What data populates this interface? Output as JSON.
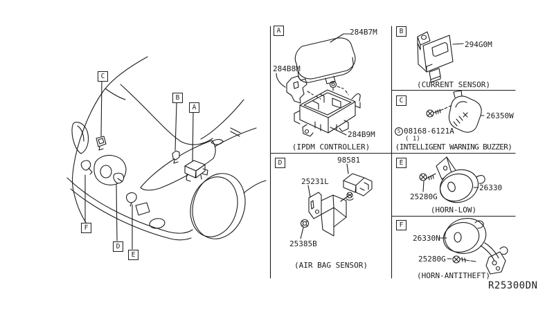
{
  "diagram": {
    "ref_code": "R25300DN",
    "colors": {
      "ink": "#1b1b1b",
      "background": "#ffffff"
    },
    "callouts": {
      "a": "A",
      "b": "B",
      "c": "C",
      "d": "D",
      "e": "E",
      "f": "F"
    },
    "panels": {
      "ipdm": {
        "letter": "A",
        "caption": "(IPDM CONTROLLER)",
        "parts": {
          "cover": "284B7M",
          "bracket": "284B8M",
          "case": "284B9M"
        }
      },
      "current_sensor": {
        "letter": "B",
        "caption": "(CURRENT SENSOR)",
        "parts": {
          "sensor": "294G0M"
        }
      },
      "warning_buzzer": {
        "letter": "C",
        "caption": "(INTELLIGENT WARNING BUZZER)",
        "parts": {
          "buzzer": "26350W",
          "screw": "08168-6121A",
          "screw_symbol": "S",
          "screw_qty": "( 1)"
        }
      },
      "airbag_sensor": {
        "letter": "D",
        "caption": "(AIR BAG SENSOR)",
        "parts": {
          "sensor": "98581",
          "bracket": "25231L",
          "nut": "25385B"
        }
      },
      "horn_low": {
        "letter": "E",
        "caption": "(HORN-LOW)",
        "parts": {
          "horn": "26330",
          "bolt": "25280G"
        }
      },
      "horn_antitheft": {
        "letter": "F",
        "caption": "(HORN-ANTITHEFT)",
        "parts": {
          "horn": "26330N",
          "bolt": "25280G"
        }
      }
    }
  }
}
